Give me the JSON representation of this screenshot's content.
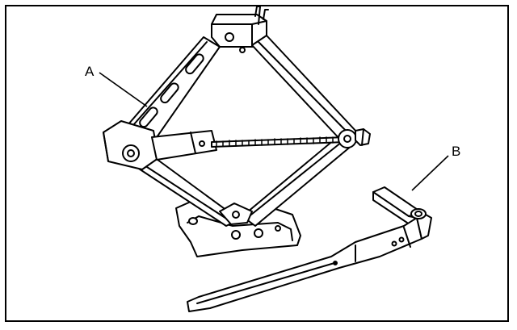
{
  "figure": {
    "callouts": [
      {
        "label": "A",
        "part": "scissor-jack"
      },
      {
        "label": "B",
        "part": "jack-handle-wrench"
      }
    ],
    "line_color": "#000000",
    "background": "#ffffff"
  }
}
